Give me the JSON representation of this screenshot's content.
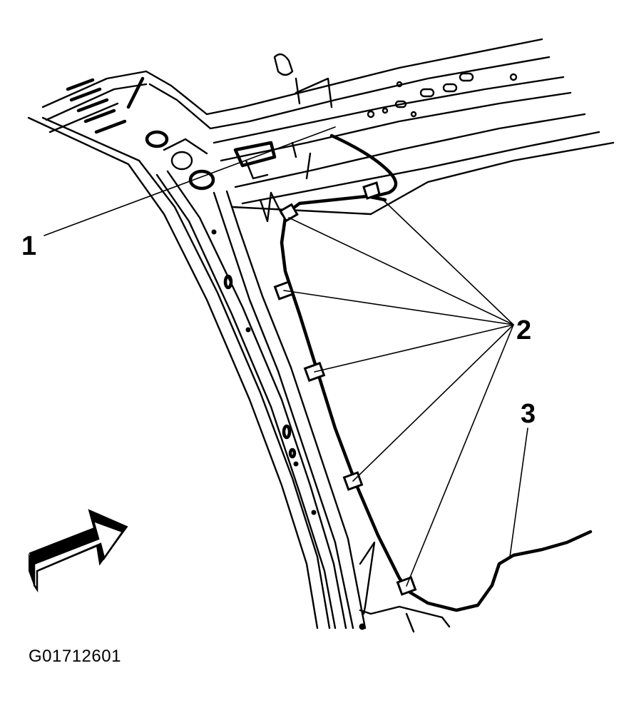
{
  "callouts": [
    {
      "id": "1",
      "label": "1"
    },
    {
      "id": "2",
      "label": "2"
    },
    {
      "id": "3",
      "label": "3"
    }
  ],
  "figure_id": "G01712601",
  "colors": {
    "ink": "#000000",
    "background": "#ffffff"
  }
}
